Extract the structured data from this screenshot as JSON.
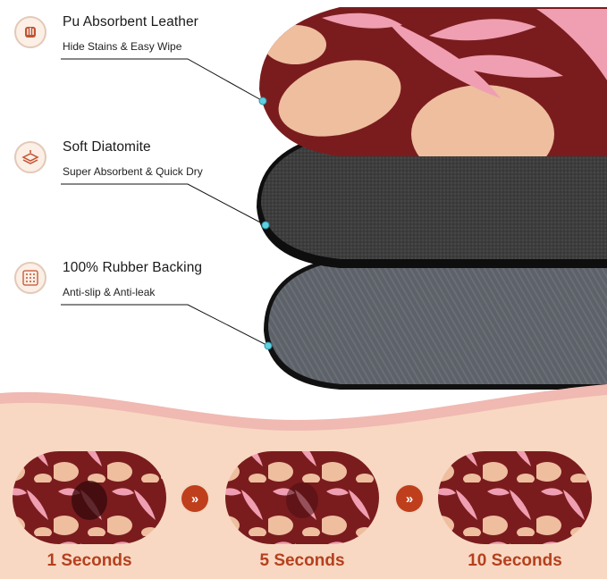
{
  "features": [
    {
      "title": "Pu Absorbent Leather",
      "subtitle": "Hide Stains & Easy Wipe",
      "icon": "hand-drop-icon"
    },
    {
      "title": "Soft Diatomite",
      "subtitle": "Super Absorbent & Quick Dry",
      "icon": "layers-icon"
    },
    {
      "title": "100% Rubber Backing",
      "subtitle": "Anti-slip & Anti-leak",
      "icon": "dot-grid-icon"
    }
  ],
  "steps": [
    {
      "label": "1 Seconds"
    },
    {
      "label": "5 Seconds"
    },
    {
      "label": "10 Seconds"
    }
  ],
  "colors": {
    "mat_top": "#7a1c1e",
    "leaf_pink": "#ef9fb1",
    "leaf_peach": "#eebe9f",
    "diatomite": "#3d3d3d",
    "rubber": "#5d6168",
    "accent": "#bf3f1c",
    "band": "#f8d8c3",
    "connector_dot": "#5fd0e0"
  }
}
